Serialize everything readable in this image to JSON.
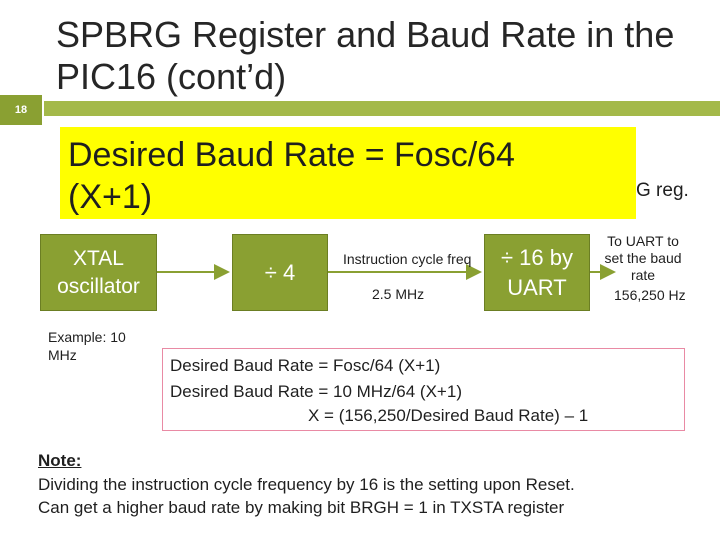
{
  "header": {
    "slide_number": "18",
    "title": "SPBRG Register and Baud Rate in the PIC16 (cont’d)"
  },
  "formula_box": {
    "text": "Desired Baud Rate = Fosc/64 (X+1)",
    "register_fragment": "G reg."
  },
  "diagram": {
    "xtal_label": "XTAL oscillator",
    "div4_label": "÷ 4",
    "div16_label": "÷ 16 by UART",
    "example_label": "Example: 10 MHz",
    "instruction_label": "Instruction cycle freq",
    "freq_label": "2.5 MHz",
    "to_uart_label": "To UART to set the baud rate",
    "output_label": "156,250 Hz"
  },
  "calculation": {
    "line1": "Desired Baud Rate = Fosc/64 (X+1)",
    "line2": "Desired Baud Rate = 10 MHz/64 (X+1)",
    "line3": "X = (156,250/Desired Baud Rate) – 1"
  },
  "note": {
    "heading": "Note:",
    "line1": "Dividing the instruction cycle frequency by 16 is the setting upon Reset.",
    "line2": "Can get a higher baud rate by making bit BRGH = 1 in TXSTA register"
  },
  "colors": {
    "accent_green": "#8aa032",
    "highlight_yellow": "#ffff00",
    "box_border_pink": "#e98aa4"
  }
}
